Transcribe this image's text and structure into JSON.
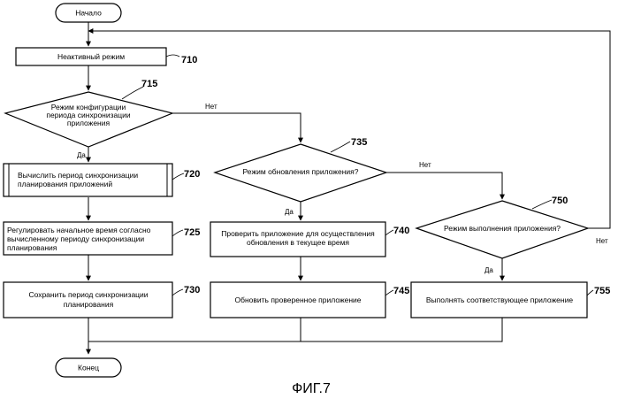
{
  "start": "Начало",
  "end": "Конец",
  "figure_caption": "ФИГ.7",
  "yes": "Да",
  "no": "Нет",
  "steps": {
    "s710": {
      "ref": "710",
      "lines": [
        "Неактивный режим"
      ]
    },
    "s715": {
      "ref": "715",
      "lines": [
        "Режим конфигурации",
        "периода синхронизации",
        "приложения"
      ]
    },
    "s720": {
      "ref": "720",
      "lines": [
        "Вычислить период синхронизации",
        "планирования приложений"
      ]
    },
    "s725": {
      "ref": "725",
      "lines": [
        "Регулировать начальное время согласно",
        "вычисленному периоду синхронизации",
        "планирования"
      ]
    },
    "s730": {
      "ref": "730",
      "lines": [
        "Сохранить период синхронизации",
        "планирования"
      ]
    },
    "s735": {
      "ref": "735",
      "lines": [
        "Режим обновления приложения?"
      ]
    },
    "s740": {
      "ref": "740",
      "lines": [
        "Проверить приложение для осуществления",
        "обновления в текущее время"
      ]
    },
    "s745": {
      "ref": "745",
      "lines": [
        "Обновить проверенное приложение"
      ]
    },
    "s750": {
      "ref": "750",
      "lines": [
        "Режим выполнения приложения?"
      ]
    },
    "s755": {
      "ref": "755",
      "lines": [
        "Выполнять соответствующее приложение"
      ]
    }
  }
}
